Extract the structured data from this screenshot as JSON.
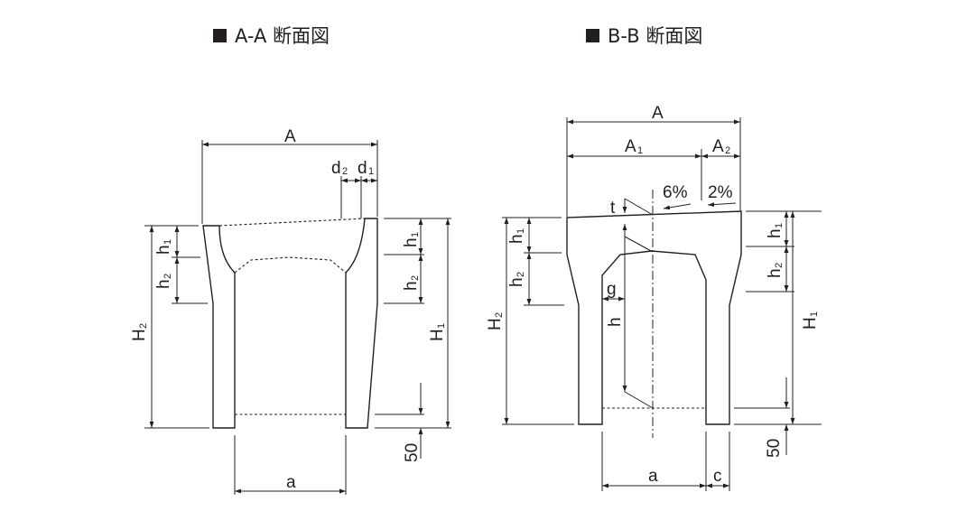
{
  "section_aa": {
    "title": "A-A 断面図",
    "labels": {
      "A": "A",
      "d": "d",
      "d2_sub": "2",
      "d1_sub": "1",
      "h": "h",
      "h1_sub": "1",
      "h2_sub": "2",
      "H": "H",
      "H1_sub": "1",
      "H2_sub": "2",
      "fifty": "50",
      "a": "a"
    }
  },
  "section_bb": {
    "title": "B-B 断面図",
    "labels": {
      "A": "A",
      "A1": "A",
      "A1_sub": "1",
      "A2": "A",
      "A2_sub": "2",
      "slope1": "6%",
      "slope2": "2%",
      "t": "t",
      "g": "g",
      "h": "h",
      "h_1": "h",
      "h1_sub": "1",
      "h_2": "h",
      "h2_sub": "2",
      "H": "H",
      "H1_sub": "1",
      "H2_sub": "2",
      "fifty": "50",
      "a": "a",
      "c": "c"
    }
  }
}
